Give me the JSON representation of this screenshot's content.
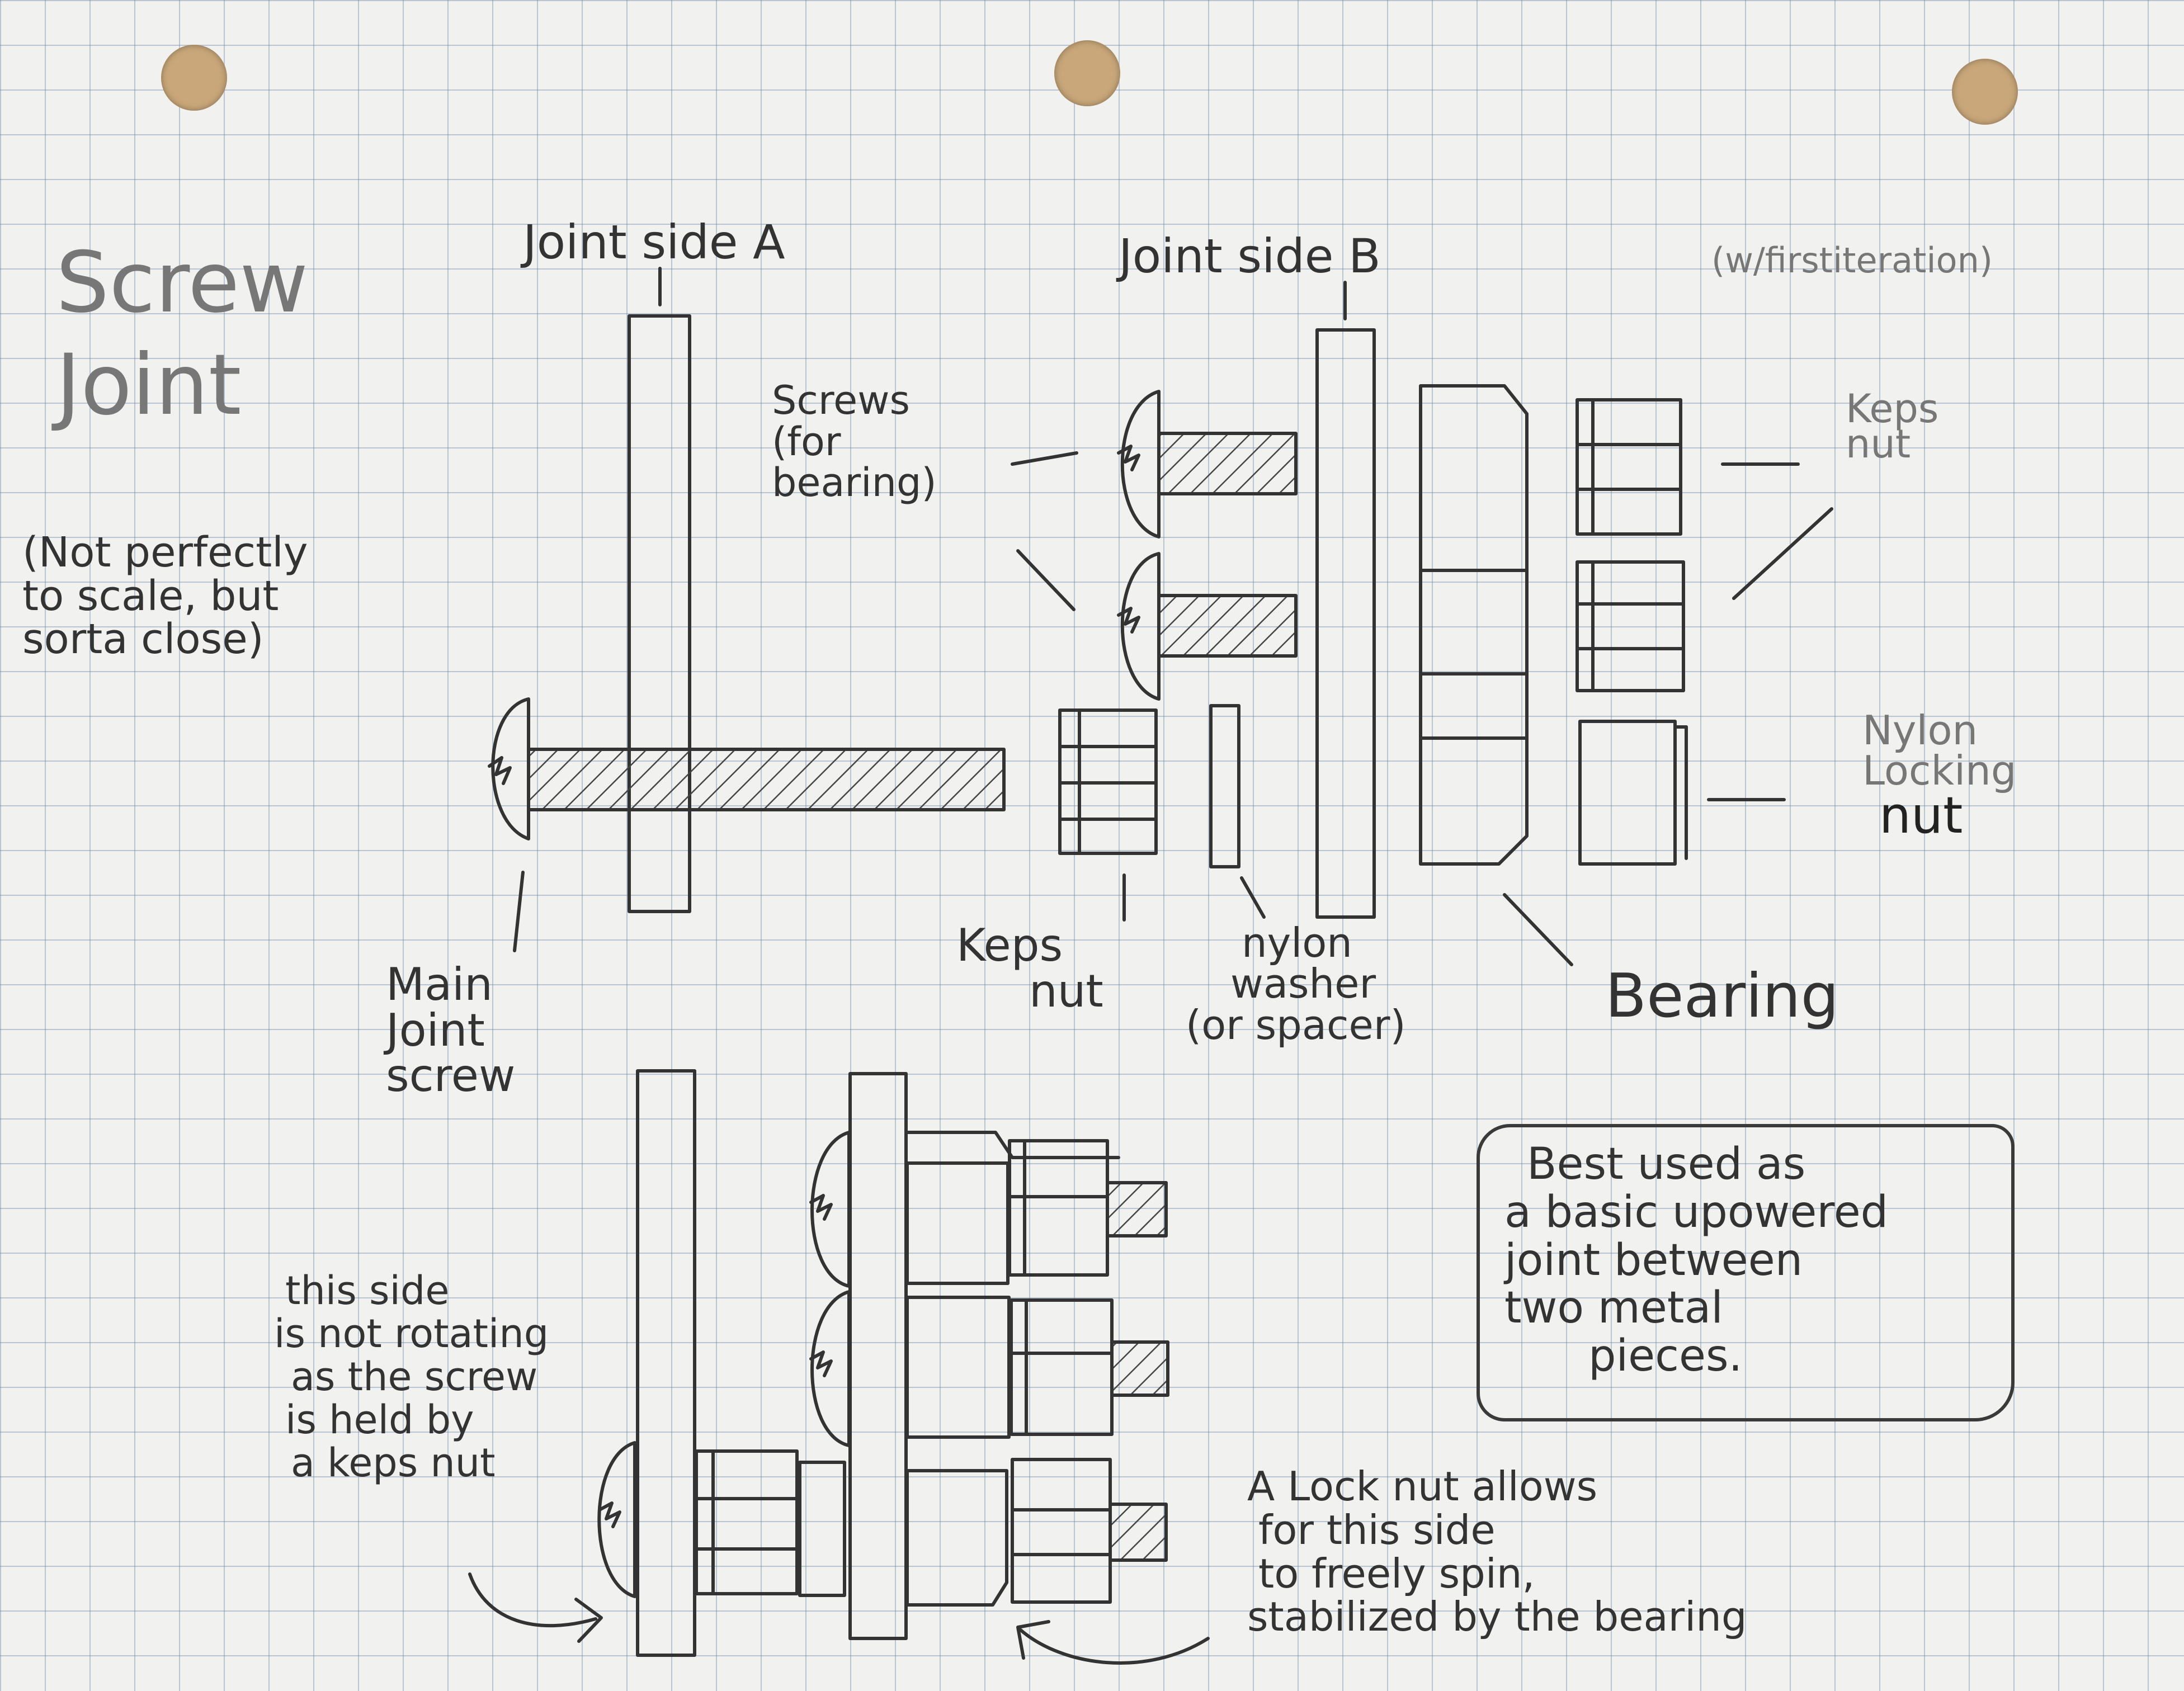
{
  "title": {
    "line1": "Screw",
    "line2": "Joint"
  },
  "scale_note": {
    "line1": "(Not perfectly",
    "line2": "to scale, but",
    "line3": "sorta close)"
  },
  "iteration_note": "(w/firstiteration)",
  "joint_side_a": "Joint side A",
  "joint_side_b": "Joint side B",
  "screws_label": {
    "line1": "Screws",
    "line2": "(for",
    "line3": "bearing)"
  },
  "keps_nut_right": {
    "line1": "Keps",
    "line2": "nut"
  },
  "nylon_locking_nut": {
    "line1": "Nylon",
    "line2": "Locking",
    "line3": "nut"
  },
  "main_joint_screw": {
    "line1": "Main",
    "line2": "Joint",
    "line3": "screw"
  },
  "keps_nut_bottom": {
    "line1": "Keps",
    "line2": "nut"
  },
  "nylon_washer": {
    "line1": "nylon",
    "line2": "washer",
    "line3": "(or spacer)"
  },
  "bearing": "Bearing",
  "best_used": {
    "line1": "Best used as",
    "line2": "a basic upowered",
    "line3": "joint between",
    "line4": "two metal",
    "line5": "pieces."
  },
  "rotating_note": {
    "line1": "this side",
    "line2": "is not rotating",
    "line3": "as the screw",
    "line4": "is held by",
    "line5": "a keps nut"
  },
  "lock_nut_note": {
    "line1": "A Lock nut allows",
    "line2": "for this side",
    "line3": "to freely spin,",
    "line4": "stabilized by the bearing"
  },
  "colors": {
    "paper": "#f1f1ef",
    "grid": "#8c9bb0",
    "pencil": "#333333",
    "hole": "#c9a77a"
  }
}
